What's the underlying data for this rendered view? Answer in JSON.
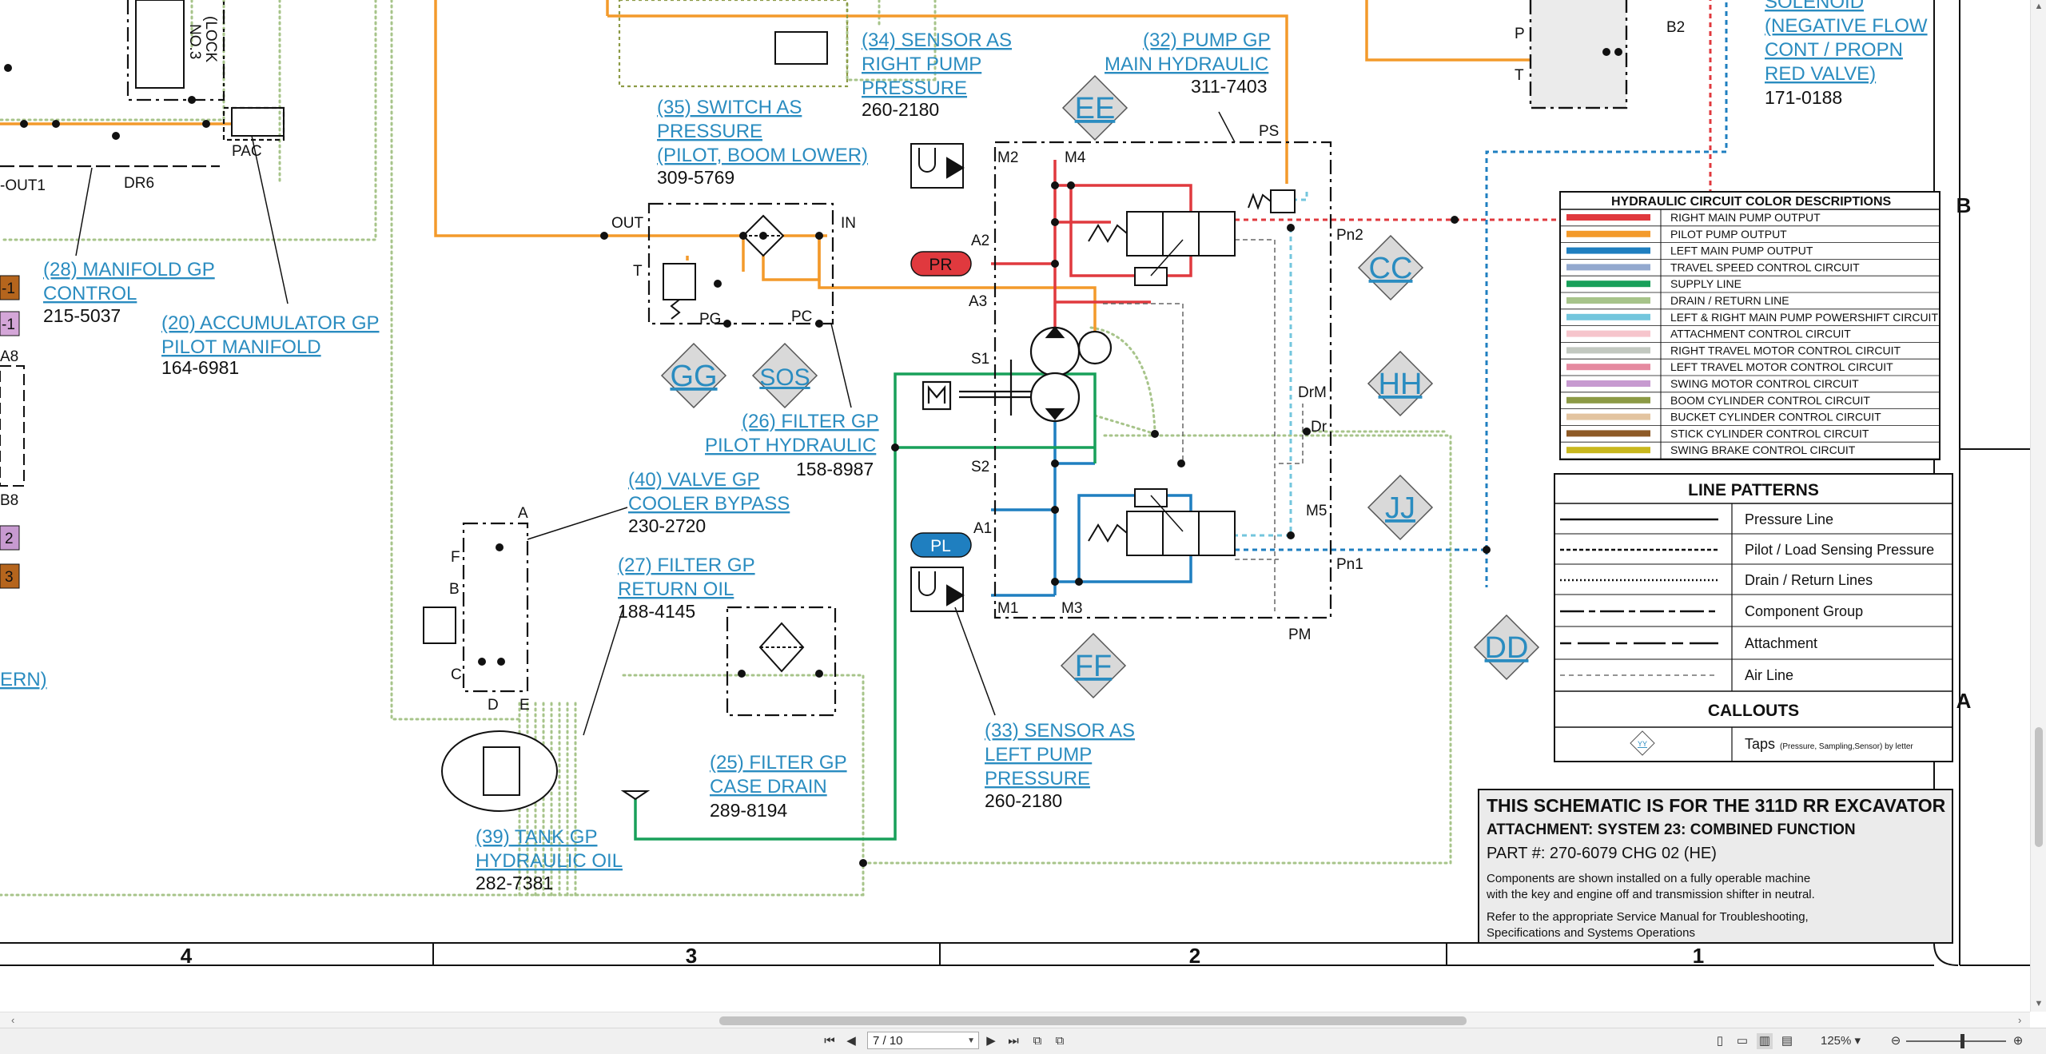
{
  "viewer": {
    "page_current": "7",
    "page_total": "10",
    "page_display": "7 / 10",
    "zoom_display": "125%",
    "icons": {
      "first": "first-page-icon",
      "prev": "previous-page-icon",
      "next": "next-page-icon",
      "last": "last-page-icon",
      "back": "back-view-icon",
      "forward": "forward-view-icon",
      "layouts": [
        "single-page-icon",
        "continuous-icon",
        "two-page-icon",
        "two-page-continuous-icon"
      ],
      "zoom_out": "zoom-out-icon",
      "zoom_in": "zoom-in-icon"
    }
  },
  "schematic": {
    "components": [
      {
        "id": "c34",
        "ref": "(34)",
        "line1": "(34) SENSOR AS",
        "line2": "RIGHT PUMP",
        "line3": "PRESSURE",
        "part": "260-2180"
      },
      {
        "id": "c32",
        "line1": "(32) PUMP GP",
        "line2": "MAIN HYDRAULIC",
        "part": "311-7403"
      },
      {
        "id": "c35",
        "line1": "(35) SWITCH AS",
        "line2": "PRESSURE",
        "line3": "(PILOT, BOOM LOWER)",
        "part": "309-5769"
      },
      {
        "id": "c28",
        "line1": "(28) MANIFOLD GP",
        "line2": "CONTROL",
        "part": "215-5037"
      },
      {
        "id": "c20",
        "line1": "(20) ACCUMULATOR GP",
        "line2": "PILOT MANIFOLD",
        "part": "164-6981"
      },
      {
        "id": "c26",
        "line1": "(26) FILTER GP",
        "line2": "PILOT HYDRAULIC",
        "part": "158-8987"
      },
      {
        "id": "c40",
        "line1": "(40) VALVE GP",
        "line2": "COOLER BYPASS",
        "part": "230-2720"
      },
      {
        "id": "c27",
        "line1": "(27) FILTER GP",
        "line2": "RETURN OIL",
        "part": "188-4145"
      },
      {
        "id": "c25",
        "line1": "(25) FILTER GP",
        "line2": "CASE DRAIN",
        "part": "289-8194"
      },
      {
        "id": "c39",
        "line1": "(39) TANK GP",
        "line2": "HYDRAULIC OIL",
        "part": "282-7381"
      },
      {
        "id": "c33",
        "line1": "(33) SENSOR AS",
        "line2": "LEFT PUMP",
        "line3": "PRESSURE",
        "part": "260-2180"
      },
      {
        "id": "csol",
        "line1": "SOLENOID",
        "line2": "(NEGATIVE FLOW",
        "line3": "CONT / PROPN",
        "line4": "RED VALVE)",
        "part": "171-0188"
      }
    ],
    "partial_labels": {
      "no3": "NO.3",
      "lock": "(LOCK",
      "ern": "ERN)",
      "out1": "-OUT1",
      "dr6": "DR6",
      "pac": "PAC",
      "a8": "A8",
      "b8": "B8",
      "b2": "B2",
      "p": "P",
      "t": "T"
    },
    "edge_tags": [
      {
        "text": "-1",
        "color": "#b5651d"
      },
      {
        "text": "-1",
        "color": "#d4a6d8"
      },
      {
        "text": "2",
        "color": "#c79ad0"
      },
      {
        "text": "3",
        "color": "#b5651d"
      }
    ],
    "port_labels": {
      "out": "OUT",
      "in": "IN",
      "t": "T",
      "pg": "PG",
      "pc": "PC",
      "m2": "M2",
      "m4": "M4",
      "ps": "PS",
      "a2": "A2",
      "a3": "A3",
      "s1": "S1",
      "s2": "S2",
      "a1": "A1",
      "m1": "M1",
      "m3": "M3",
      "pm": "PM",
      "pn2": "Pn2",
      "pn1": "Pn1",
      "drm": "DrM",
      "dr": "Dr",
      "m5": "M5",
      "a": "A",
      "f": "F",
      "b": "B",
      "c": "C",
      "d": "D",
      "e": "E",
      "m": "M"
    },
    "badges": {
      "pr": "PR",
      "pl": "PL"
    },
    "taps": [
      "EE",
      "GG",
      "SOS",
      "CC",
      "HH",
      "JJ",
      "FF",
      "DD"
    ],
    "zones_bottom": [
      "4",
      "3",
      "2",
      "1"
    ],
    "zones_side": [
      "B",
      "A"
    ]
  },
  "legend": {
    "title": "HYDRAULIC CIRCUIT COLOR DESCRIPTIONS",
    "rows": [
      {
        "color": "#e0393e",
        "label": "RIGHT MAIN PUMP OUTPUT"
      },
      {
        "color": "#f39a2b",
        "label": "PILOT PUMP OUTPUT"
      },
      {
        "color": "#1f7fc0",
        "label": "LEFT MAIN PUMP OUTPUT"
      },
      {
        "color": "#93a9cf",
        "label": "TRAVEL SPEED CONTROL CIRCUIT"
      },
      {
        "color": "#18a05a",
        "label": "SUPPLY LINE"
      },
      {
        "color": "#a7c48a",
        "label": "DRAIN / RETURN LINE"
      },
      {
        "color": "#73c6dd",
        "label": "LEFT & RIGHT MAIN PUMP POWERSHIFT CIRCUIT"
      },
      {
        "color": "#f6c5cc",
        "label": "ATTACHMENT CONTROL CIRCUIT"
      },
      {
        "color": "#c2c8c0",
        "label": "RIGHT TRAVEL MOTOR CONTROL CIRCUIT"
      },
      {
        "color": "#e58aa0",
        "label": "LEFT TRAVEL MOTOR CONTROL CIRCUIT"
      },
      {
        "color": "#c79ad0",
        "label": "SWING MOTOR CONTROL CIRCUIT"
      },
      {
        "color": "#8c9a45",
        "label": "BOOM CYLINDER CONTROL CIRCUIT"
      },
      {
        "color": "#e3c4a0",
        "label": "BUCKET CYLINDER CONTROL CIRCUIT"
      },
      {
        "color": "#8e5a26",
        "label": "STICK CYLINDER CONTROL CIRCUIT"
      },
      {
        "color": "#c9b81e",
        "label": "SWING BRAKE CONTROL CIRCUIT"
      }
    ]
  },
  "line_patterns": {
    "title": "LINE PATTERNS",
    "rows": [
      "Pressure Line",
      "Pilot / Load Sensing Pressure",
      "Drain / Return Lines",
      "Component Group",
      "Attachment",
      "Air Line"
    ],
    "callouts_title": "CALLOUTS",
    "taps_label": "Taps",
    "taps_note": "(Pressure, Sampling,Sensor) by letter",
    "taps_symbol": "YY"
  },
  "title_block": {
    "heading": "THIS SCHEMATIC IS FOR THE 311D RR EXCAVATOR",
    "subheading": "ATTACHMENT: SYSTEM 23: COMBINED FUNCTION",
    "part": "PART #: 270-6079 CHG 02 (HE)",
    "note1a": "Components are shown installed on a fully operable machine",
    "note1b": "with the key and engine off and transmission shifter in neutral.",
    "note2a": "Refer to the appropriate Service Manual for Troubleshooting,",
    "note2b": "Specifications and Systems Operations"
  },
  "colors": {
    "right_pump": "#e0393e",
    "pilot": "#f39a2b",
    "left_pump": "#1f7fc0",
    "supply": "#18a05a",
    "drain": "#a7c48a",
    "powershift": "#73c6dd",
    "link": "#2a8cc0",
    "tap_fill": "#d9d9d9"
  }
}
